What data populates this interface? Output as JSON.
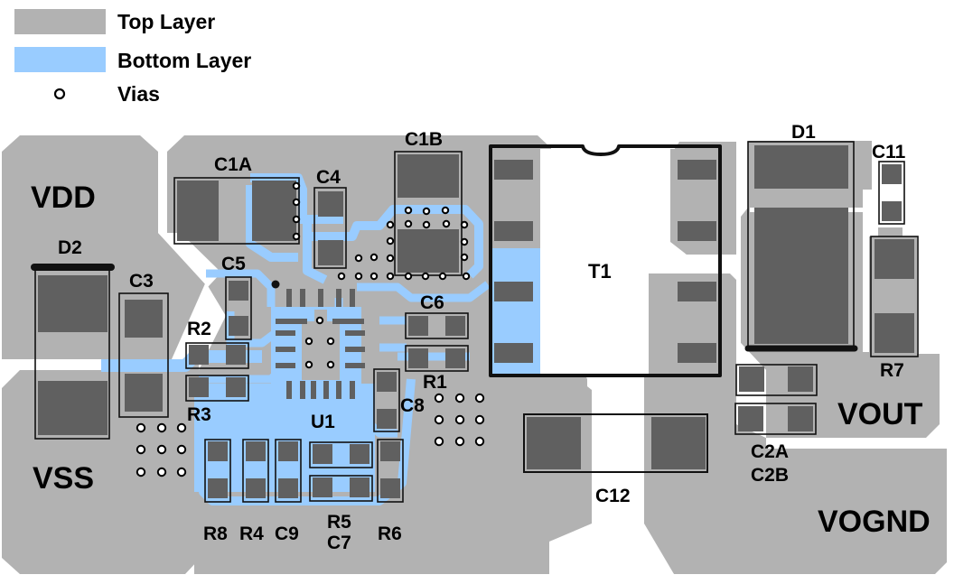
{
  "legend": {
    "items": [
      {
        "label": "Top Layer",
        "swatch": "top-layer"
      },
      {
        "label": "Bottom Layer",
        "swatch": "bottom-layer"
      },
      {
        "label": "Vias",
        "swatch": "via"
      }
    ]
  },
  "colors": {
    "top_layer": "#b2b2b2",
    "bottom_layer": "#99ccff",
    "pad": "#606060",
    "outline": "#111111",
    "background": "#ffffff"
  },
  "nets": {
    "vdd": "VDD",
    "vss": "VSS",
    "vout": "VOUT",
    "vognd": "VOGND"
  },
  "components": {
    "C1A": "C1A",
    "C1B": "C1B",
    "C3": "C3",
    "C4": "C4",
    "C5": "C5",
    "C6": "C6",
    "C8": "C8",
    "C9": "C9",
    "C11": "C11",
    "C12": "C12",
    "D1": "D1",
    "D2": "D2",
    "R1": "R1",
    "R2": "R2",
    "R3": "R3",
    "R4": "R4",
    "R6": "R6",
    "R7": "R7",
    "R8": "R8",
    "T1": "T1",
    "U1": "U1",
    "R5_C7": [
      "R5",
      "C7"
    ],
    "C2A_C2B": [
      "C2A",
      "C2B"
    ]
  }
}
